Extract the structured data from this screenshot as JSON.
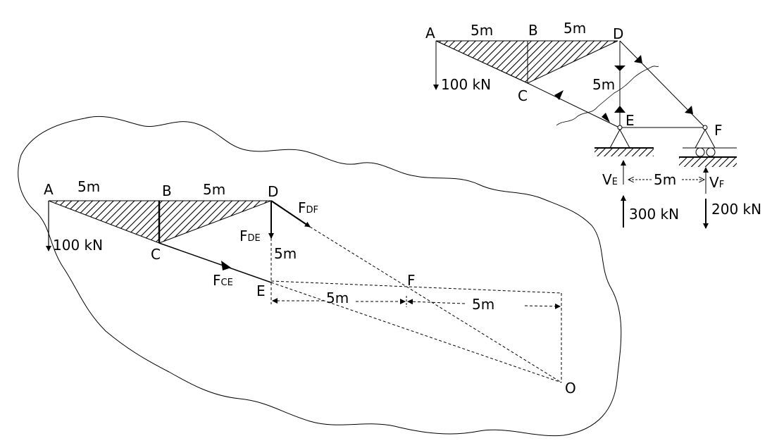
{
  "top": {
    "nodes": {
      "A": "A",
      "B": "B",
      "C": "C",
      "D": "D",
      "E": "E",
      "F": "F"
    },
    "dim_ab": "5m",
    "dim_bd": "5m",
    "dim_de": "5m",
    "dim_ef": "5m",
    "load_a": "100 kN",
    "reaction_e_label": "V",
    "reaction_e_sub": "E",
    "reaction_f_label": "V",
    "reaction_f_sub": "F",
    "reaction_e_value": "300 kN",
    "reaction_f_value": "200 kN"
  },
  "section": {
    "nodes": {
      "A": "A",
      "B": "B",
      "C": "C",
      "D": "D",
      "E": "E",
      "F": "F",
      "O": "O"
    },
    "dim_ab": "5m",
    "dim_bd": "5m",
    "dim_de": "5m",
    "dim_ef": "5m",
    "dim_fo": "5m",
    "load_a": "100 kN",
    "f_df": "F",
    "f_df_sub": "DF",
    "f_de": "F",
    "f_de_sub": "DE",
    "f_ce": "F",
    "f_ce_sub": "CE"
  }
}
